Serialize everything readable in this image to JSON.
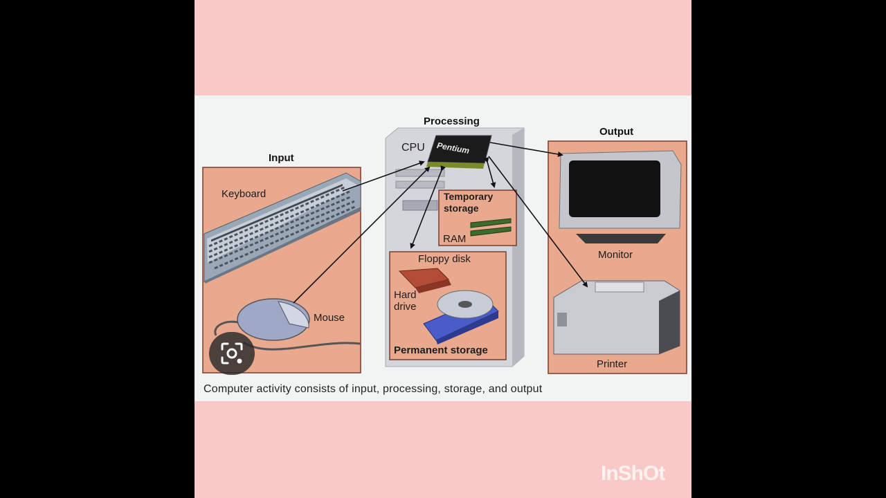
{
  "sections": {
    "input": "Input",
    "processing": "Processing",
    "output": "Output"
  },
  "labels": {
    "keyboard": "Keyboard",
    "mouse": "Mouse",
    "cpu": "CPU",
    "pentium": "Pentium",
    "temp_storage_1": "Temporary",
    "temp_storage_2": "storage",
    "ram": "RAM",
    "floppy": "Floppy disk",
    "hard_drive_1": "Hard",
    "hard_drive_2": "drive",
    "permanent_storage": "Permanent storage",
    "monitor": "Monitor",
    "printer": "Printer"
  },
  "caption": "Computer activity consists of input, processing, storage, and output",
  "watermark": "InShOt",
  "icons": {
    "lens": "lens-search-icon"
  },
  "colors": {
    "side_bg": "#000000",
    "pink_bg": "#f9c9c8",
    "panel_bg": "#f2f4f4",
    "box_fill": "#e8a98f",
    "box_border": "#7a3a2a"
  }
}
